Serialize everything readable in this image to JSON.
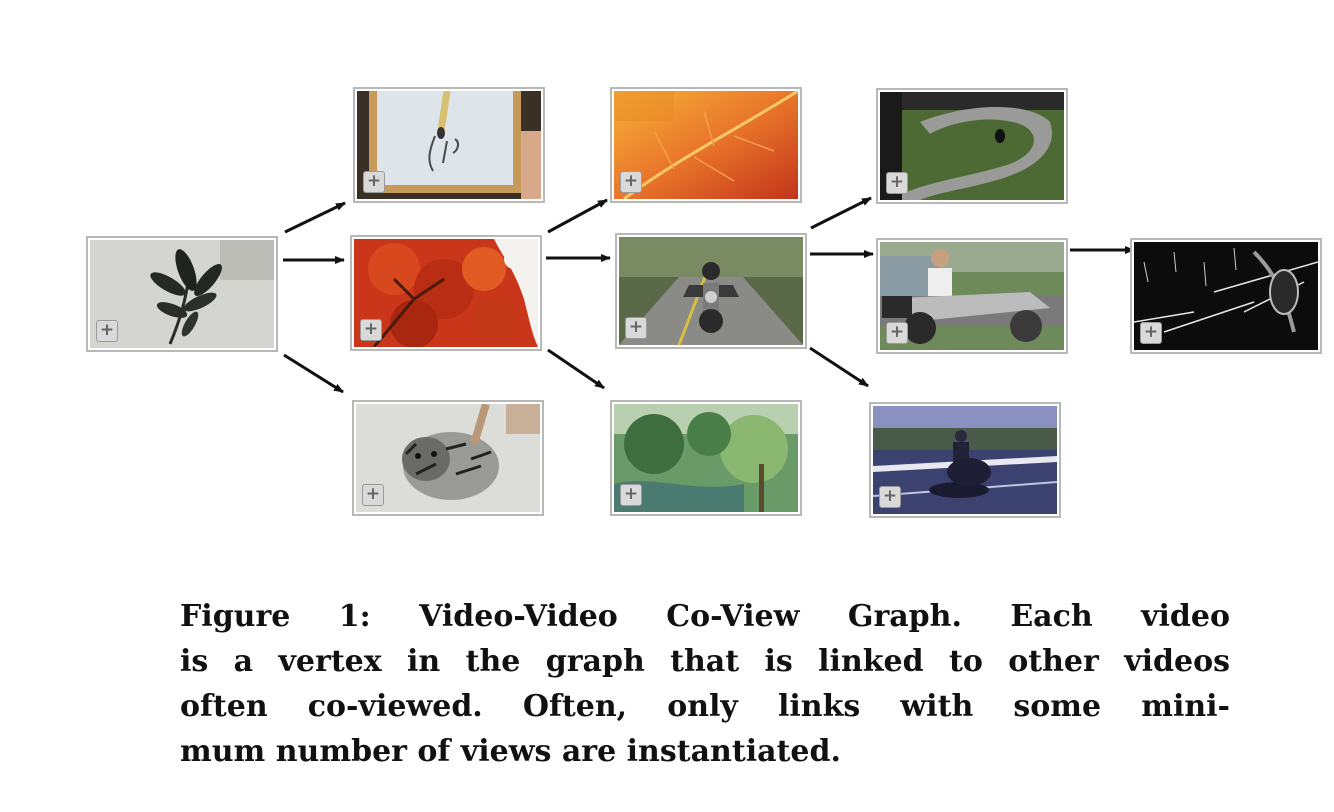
{
  "figure": {
    "caption_lines": [
      "Figure 1: Video-Video Co-View Graph. Each video",
      "is a vertex in the graph that is linked to other videos",
      "often co-viewed. Often, only links with some mini-",
      "mum number of views are instantiated."
    ]
  },
  "graph": {
    "nodes": [
      {
        "id": "v0",
        "depicts": "ink painting of a leafy branch"
      },
      {
        "id": "v1",
        "depicts": "calligraphy brush writing on paper"
      },
      {
        "id": "v2",
        "depicts": "red autumn tree against white sky"
      },
      {
        "id": "v3",
        "depicts": "ink drawing of a tiger"
      },
      {
        "id": "v4",
        "depicts": "orange autumn leaf close-up"
      },
      {
        "id": "v5",
        "depicts": "motorcycle rider on a forest road"
      },
      {
        "id": "v6",
        "depicts": "blurry green trees by a river"
      },
      {
        "id": "v7",
        "depicts": "motorcycle on a curved race track"
      },
      {
        "id": "v8",
        "depicts": "man sitting on a motorcycle"
      },
      {
        "id": "v9",
        "depicts": "motorcyclist riding on a road"
      },
      {
        "id": "v10",
        "depicts": "dark screen with white streaks"
      }
    ],
    "edges": [
      [
        "v0",
        "v1"
      ],
      [
        "v0",
        "v2"
      ],
      [
        "v0",
        "v3"
      ],
      [
        "v2",
        "v4"
      ],
      [
        "v2",
        "v5"
      ],
      [
        "v2",
        "v6"
      ],
      [
        "v5",
        "v7"
      ],
      [
        "v5",
        "v8"
      ],
      [
        "v5",
        "v9"
      ],
      [
        "v8",
        "v10"
      ]
    ],
    "node_icon": "plus-icon",
    "colors": {
      "arrow": "#111111",
      "frame": "#b8b8b8"
    }
  }
}
